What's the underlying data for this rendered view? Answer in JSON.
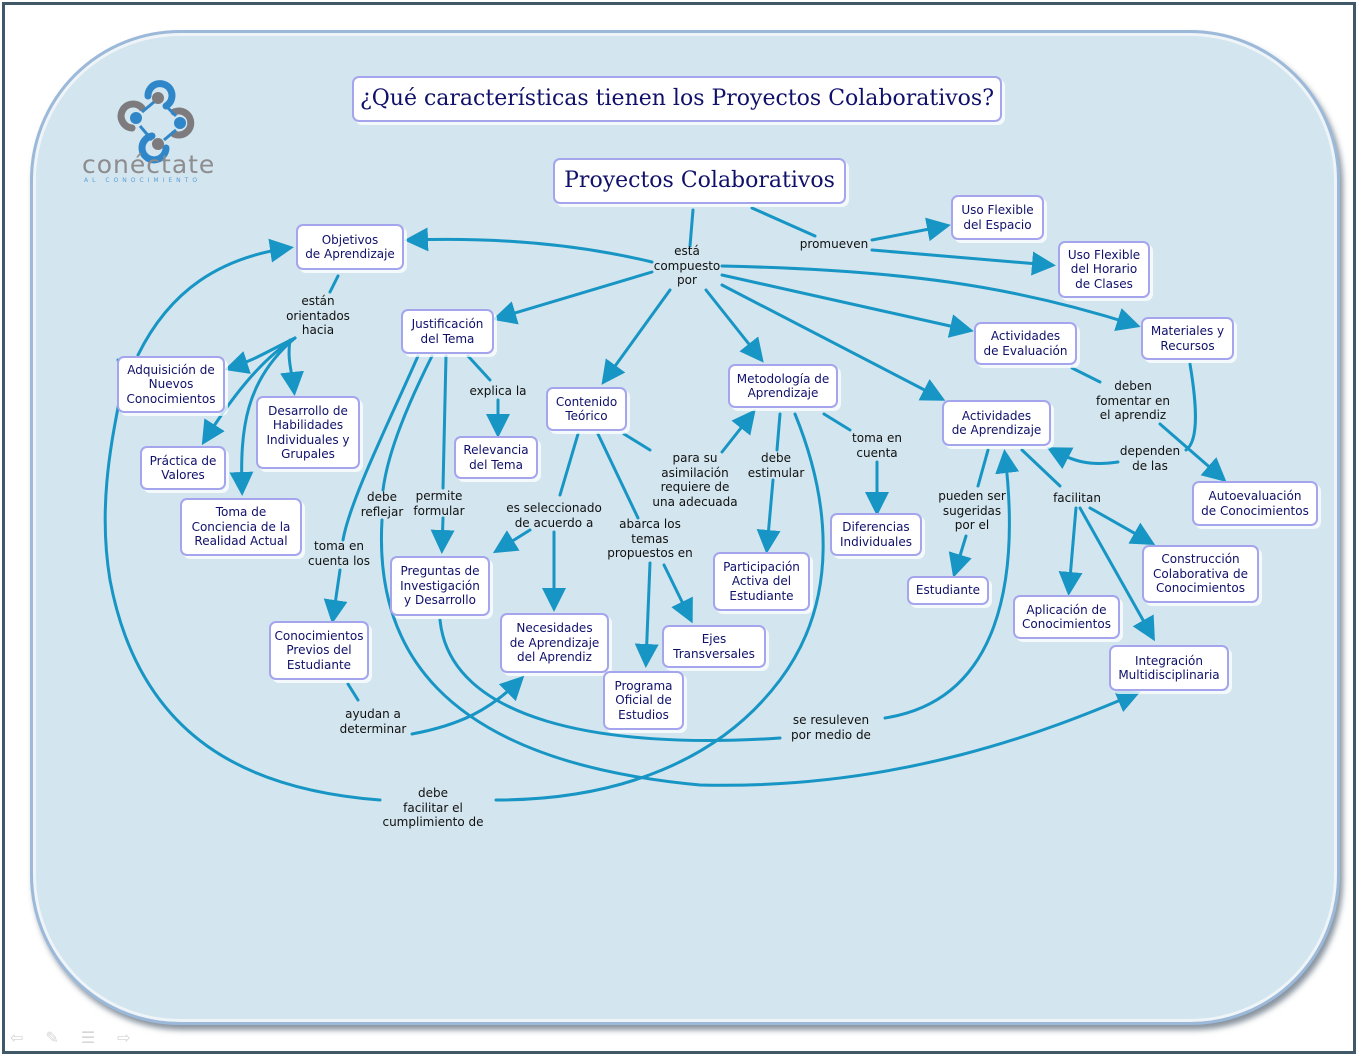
{
  "title": "¿Qué características tienen los Proyectos Colaborativos?",
  "logo": {
    "name": "conéctate",
    "tagline": "AL CONOCIMIENTO"
  },
  "colors": {
    "background": "#d3e5ee",
    "link": "#1795c4",
    "node_border": "#a5a5ee",
    "node_text": "#10106a"
  },
  "concepts": {
    "root": "Proyectos Colaborativos",
    "objetivos": "Objetivos\nde Aprendizaje",
    "justificacion": "Justificación\ndel Tema",
    "contenido": "Contenido\nTeórico",
    "metodologia": "Metodología de\nAprendizaje",
    "act_aprendizaje": "Actividades\nde Aprendizaje",
    "act_evaluacion": "Actividades\nde Evaluación",
    "materiales": "Materiales y\nRecursos",
    "uso_espacio": "Uso Flexible\ndel Espacio",
    "uso_horario": "Uso Flexible\ndel Horario\nde Clases",
    "adquisicion": "Adquisición de\nNuevos\nConocimientos",
    "desarrollo": "Desarrollo de\nHabilidades\nIndividuales y\nGrupales",
    "practica": "Práctica de\nValores",
    "toma_conciencia": "Toma de\nConciencia de la\nRealidad Actual",
    "relevancia": "Relevancia\ndel Tema",
    "preguntas": "Preguntas de\nInvestigación\ny Desarrollo",
    "conocimientos_previos": "Conocimientos\nPrevios del\nEstudiante",
    "necesidades": "Necesidades\nde Aprendizaje\ndel Aprendiz",
    "programa": "Programa\nOficial de\nEstudios",
    "ejes": "Ejes\nTransversales",
    "participacion": "Participación\nActiva del\nEstudiante",
    "diferencias": "Diferencias\nIndividuales",
    "estudiante": "Estudiante",
    "aplicacion": "Aplicación de\nConocimientos",
    "construccion": "Construcción\nColaborativa de\nConocimientos",
    "integracion": "Integración\nMultidisciplinaria",
    "autoevaluacion": "Autoevaluación\nde Conocimientos"
  },
  "links": {
    "compuesto": "está\ncompuesto\npor",
    "promueven": "promueven",
    "orientados": "están\norientados\nhacia",
    "explica": "explica la",
    "debe_reflejar": "debe\nreflejar",
    "permite": "permite\nformular",
    "toma_cuenta_los": "toma en\ncuenta los",
    "seleccionado": "es seleccionado\nde acuerdo a",
    "abarca": "abarca los\ntemas\npropuestos en",
    "asimilacion": "para su\nasimilación\nrequiere de\nuna adecuada",
    "estimular": "debe\nestimular",
    "toma_cuenta": "toma en\ncuenta",
    "sugeridas": "pueden ser\nsugeridas\npor el",
    "facilitan": "facilitan",
    "fomentar": "deben\nfomentar en\nel aprendiz",
    "dependen": "dependen\nde las",
    "ayudan": "ayudan a\ndeterminar",
    "resuelven": "se resuleven\npor medio de",
    "facilitar": "debe\nfacilitar el\ncumplimiento de"
  },
  "nav": {
    "prev": "prev-icon",
    "pen": "pen-icon",
    "menu": "menu-icon",
    "next": "next-icon"
  }
}
